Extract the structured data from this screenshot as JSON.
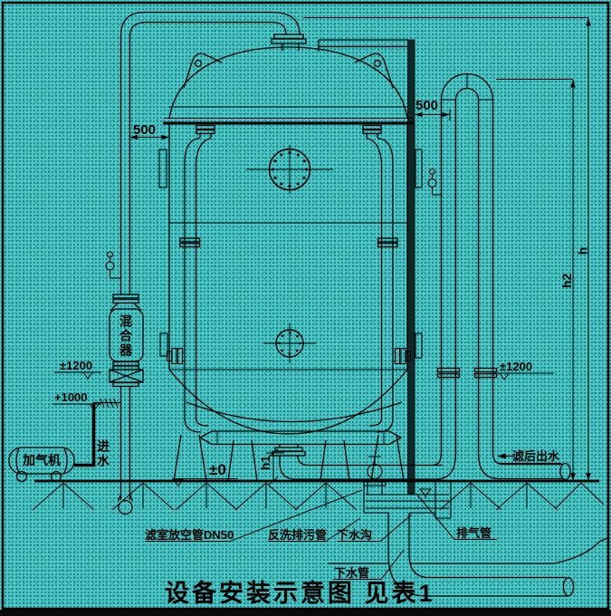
{
  "title": "设备安装示意图  见表1",
  "colors": {
    "background": "#4ac7c7",
    "line": "#000000",
    "dark_pipe_fill": "#0d2a2a",
    "text": "#000000"
  },
  "dimensions": {
    "left_500": "500",
    "right_500": "500",
    "h": "h",
    "h1": "h1",
    "h2": "h2"
  },
  "levels": {
    "plus_1200_left": "±1200",
    "plus_1000_left": "+1000",
    "plus_1200_right": "±1200",
    "ground_zero": "±0"
  },
  "equipment": {
    "mixer": "混合器",
    "aerator": "加气机"
  },
  "labels": {
    "inlet": "进水",
    "vent_pipe": "滤室放空管DN50",
    "backwash_pipe": "反洗排污管",
    "gutter": "下水沟",
    "exhaust_pipe": "排气管",
    "filtered_outlet": "滤后出水",
    "sewer_pipe": "下水管"
  }
}
